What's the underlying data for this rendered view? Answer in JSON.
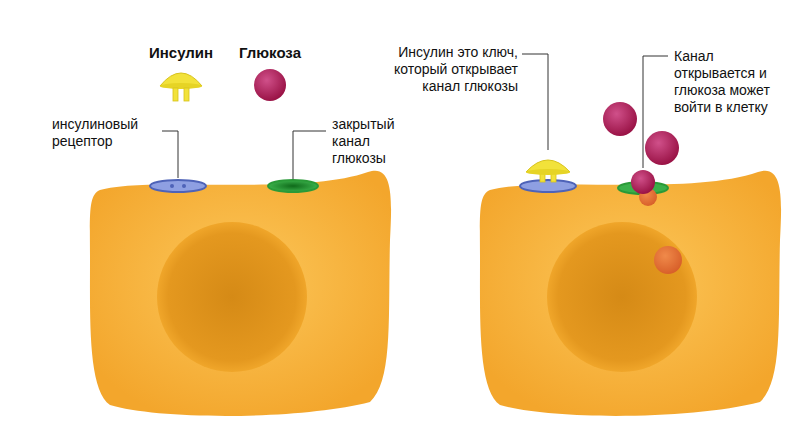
{
  "diagram": {
    "labels": [
      "инсулиновый рецептор",
      "закрытый канал глюкозы",
      "Инсулин это ключ, который открывает канал глюкозы",
      "Канал открывается и глюкоза может войти в клетку"
    ],
    "legend": [
      {
        "text": "Инсулин"
      },
      {
        "text": "Глюкоза"
      }
    ]
  }
}
